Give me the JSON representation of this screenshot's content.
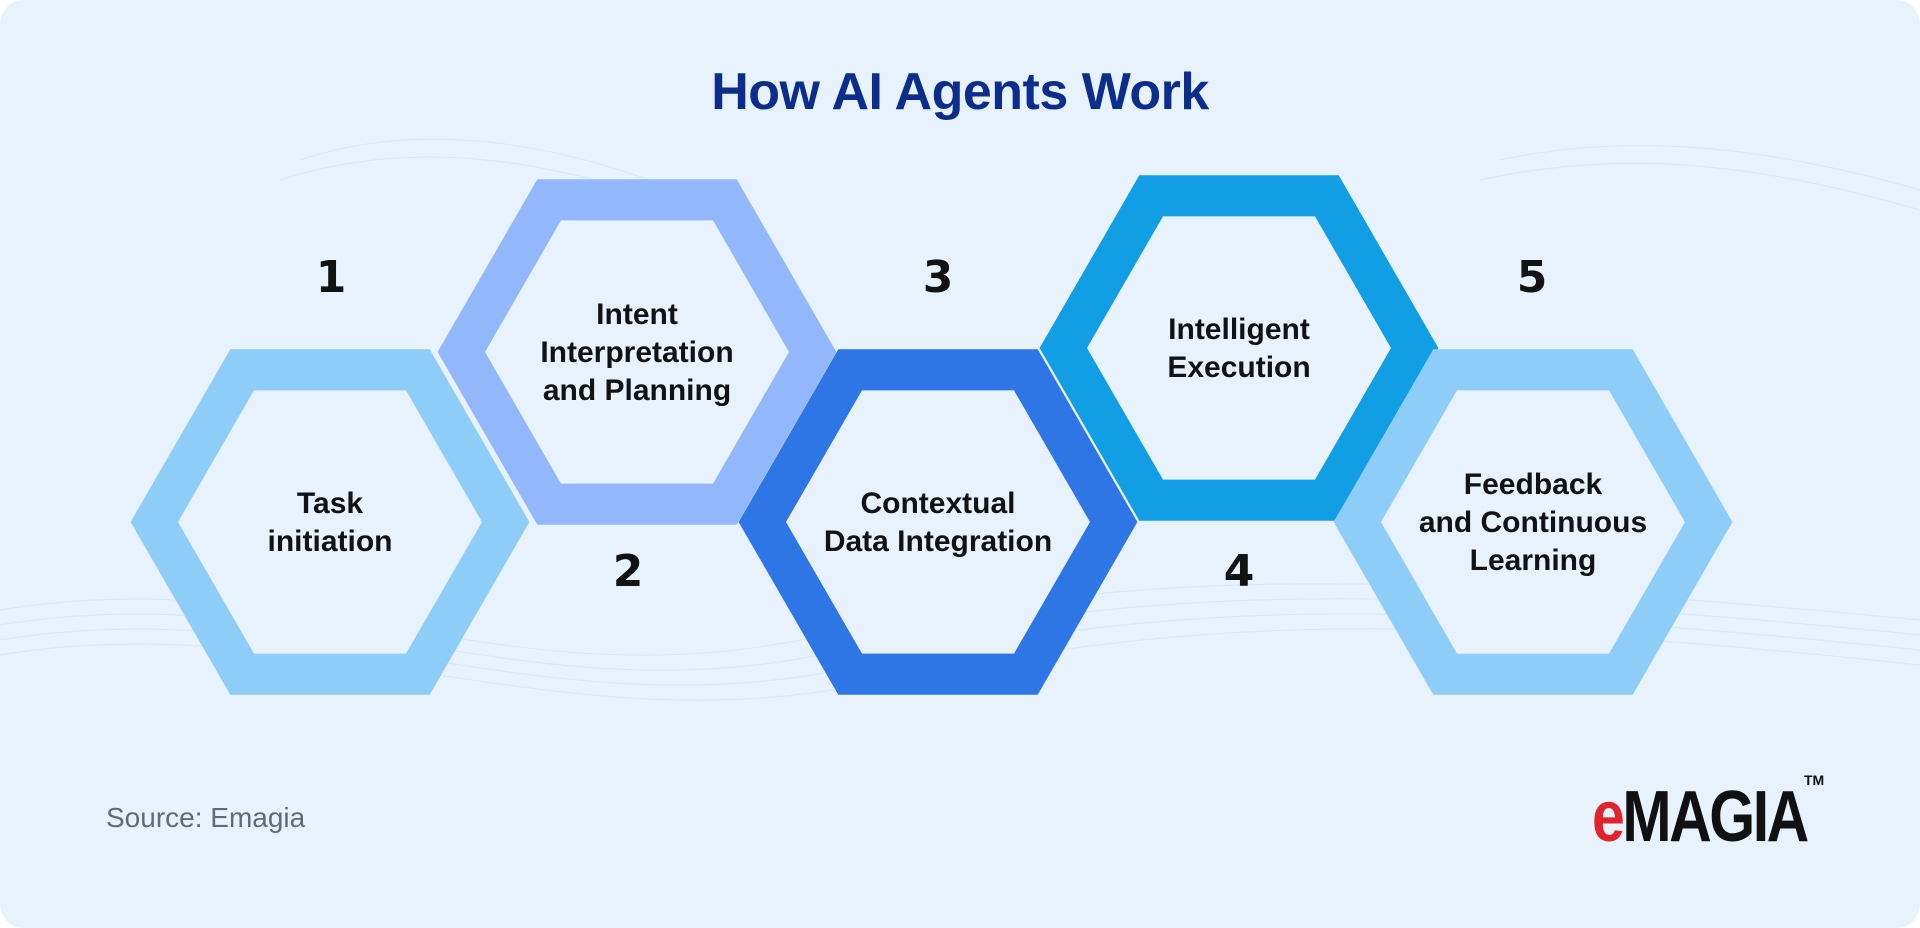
{
  "title": "How AI Agents Work",
  "steps": [
    {
      "number": "1",
      "lines": [
        "Task",
        "initiation"
      ],
      "color": "#8ecdf7"
    },
    {
      "number": "2",
      "lines": [
        "Intent",
        "Interpretation",
        "and Planning"
      ],
      "color": "#92b8fb"
    },
    {
      "number": "3",
      "lines": [
        "Contextual",
        "Data Integration"
      ],
      "color": "#2e75e6"
    },
    {
      "number": "4",
      "lines": [
        "Intelligent",
        "Execution"
      ],
      "color": "#129ee5"
    },
    {
      "number": "5",
      "lines": [
        "Feedback",
        "and Continuous",
        "Learning"
      ],
      "color": "#8ecdf7"
    }
  ],
  "source": "Source: Emagia",
  "logo": {
    "first_letter": "e",
    "rest": "MAGIA",
    "tm": "TM",
    "accent": "#e0232c"
  },
  "colors": {
    "background": "#e8f2fd",
    "title": "#0d2d8c",
    "outline": "#111111"
  }
}
